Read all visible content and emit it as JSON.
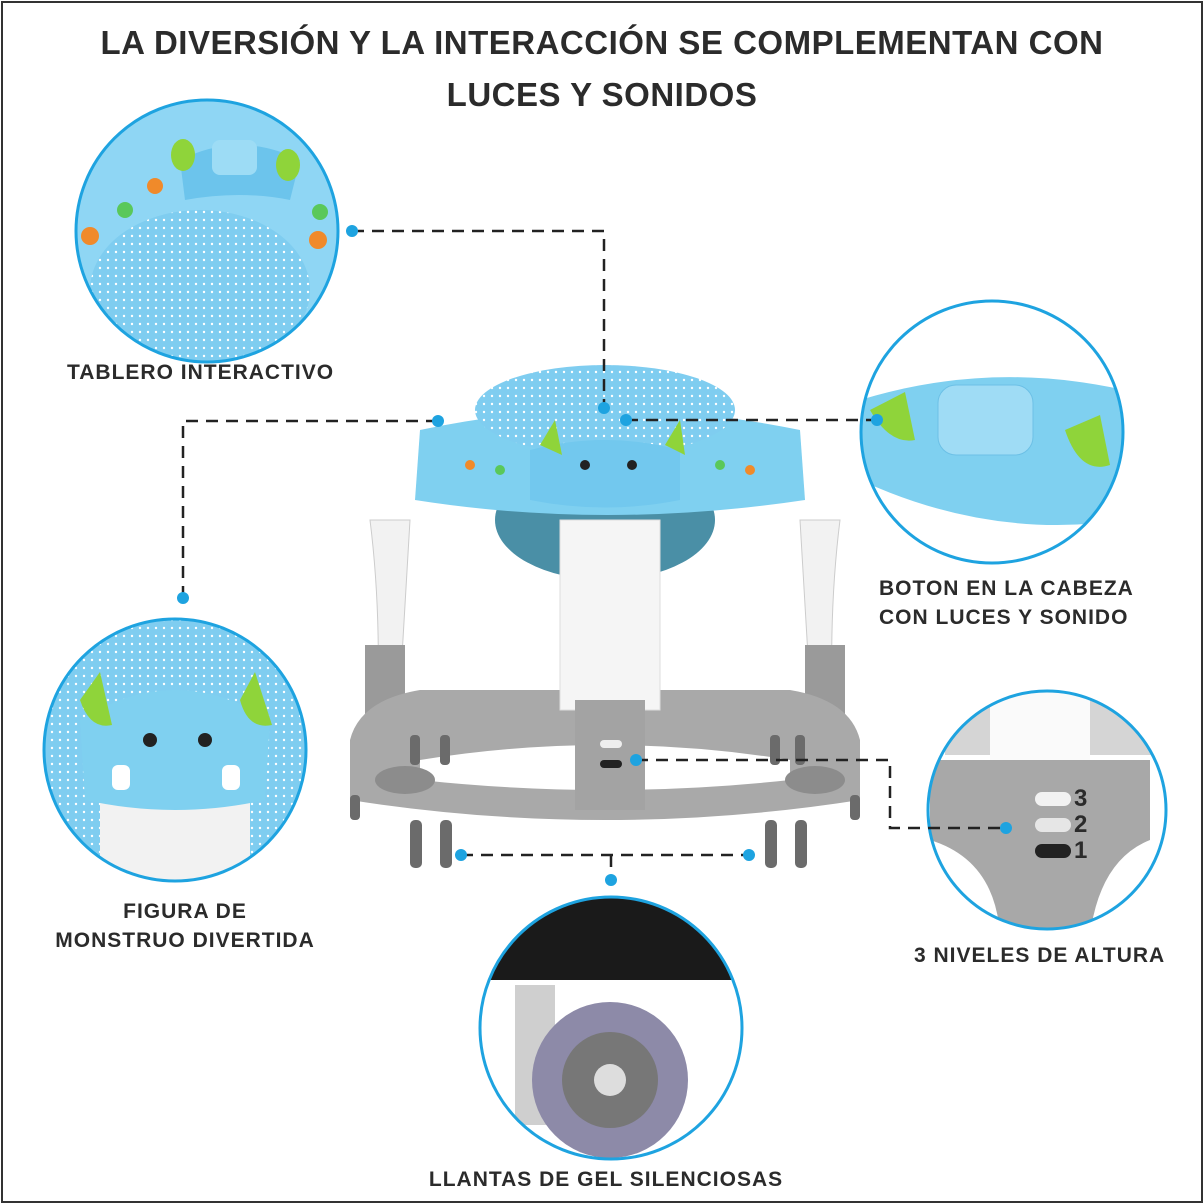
{
  "title": {
    "line1": "LA DIVERSIÓN Y LA INTERACCIÓN  SE COMPLEMENTAN CON",
    "line2": "LUCES Y SONIDOS"
  },
  "features": [
    {
      "label": "TABLERO INTERACTIVO"
    },
    {
      "label_line1": "BOTON EN LA CABEZA",
      "label_line2": "CON LUCES Y SONIDO"
    },
    {
      "label_line1": "FIGURA DE",
      "label_line2": "MONSTRUO DIVERTIDA"
    },
    {
      "label": "3 NIVELES DE ALTURA",
      "levels": [
        "3",
        "2",
        "1"
      ]
    },
    {
      "label": "LLANTAS DE GEL SILENCIOSAS"
    }
  ],
  "colors": {
    "accent": "#1ea3e0",
    "text": "#2b2b2b",
    "plastic_blue": "#7fd0f0",
    "gray": "#a9a9a9",
    "green": "#8fd43a"
  }
}
